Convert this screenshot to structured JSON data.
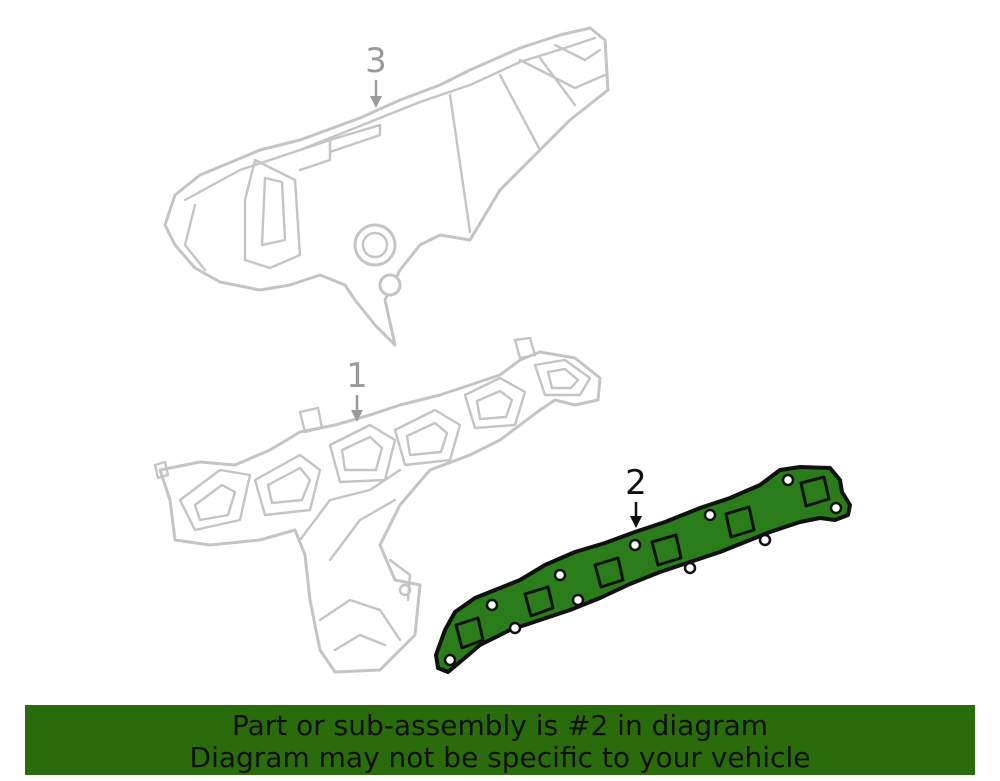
{
  "callouts": {
    "heat_shield": "3",
    "manifold": "1",
    "gasket": "2"
  },
  "banner": {
    "line1": "Part or sub-assembly is #2 in diagram",
    "line2": "Diagram may not be specific to your vehicle"
  },
  "colors": {
    "highlight_part": "#2a7d1a",
    "banner_background": "#2a6b0c",
    "ghost_outline": "#c4c4c4"
  }
}
